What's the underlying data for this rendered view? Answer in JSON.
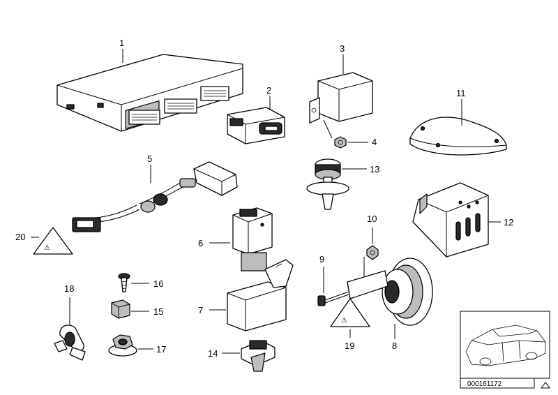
{
  "diagram": {
    "labels": {
      "p1": "1",
      "p2": "2",
      "p3": "3",
      "p4": "4",
      "p5": "5",
      "p6": "6",
      "p7": "7",
      "p8": "8",
      "p9": "9",
      "p10": "10",
      "p11": "11",
      "p12": "12",
      "p13": "13",
      "p14": "14",
      "p15": "15",
      "p16": "16",
      "p17": "17",
      "p18": "18",
      "p19": "19",
      "p20": "20"
    },
    "reference_number": "000161172",
    "icons": {
      "warning_triangle": "warning-triangle-icon",
      "car_thumbnail": "car-thumbnail-icon"
    }
  }
}
